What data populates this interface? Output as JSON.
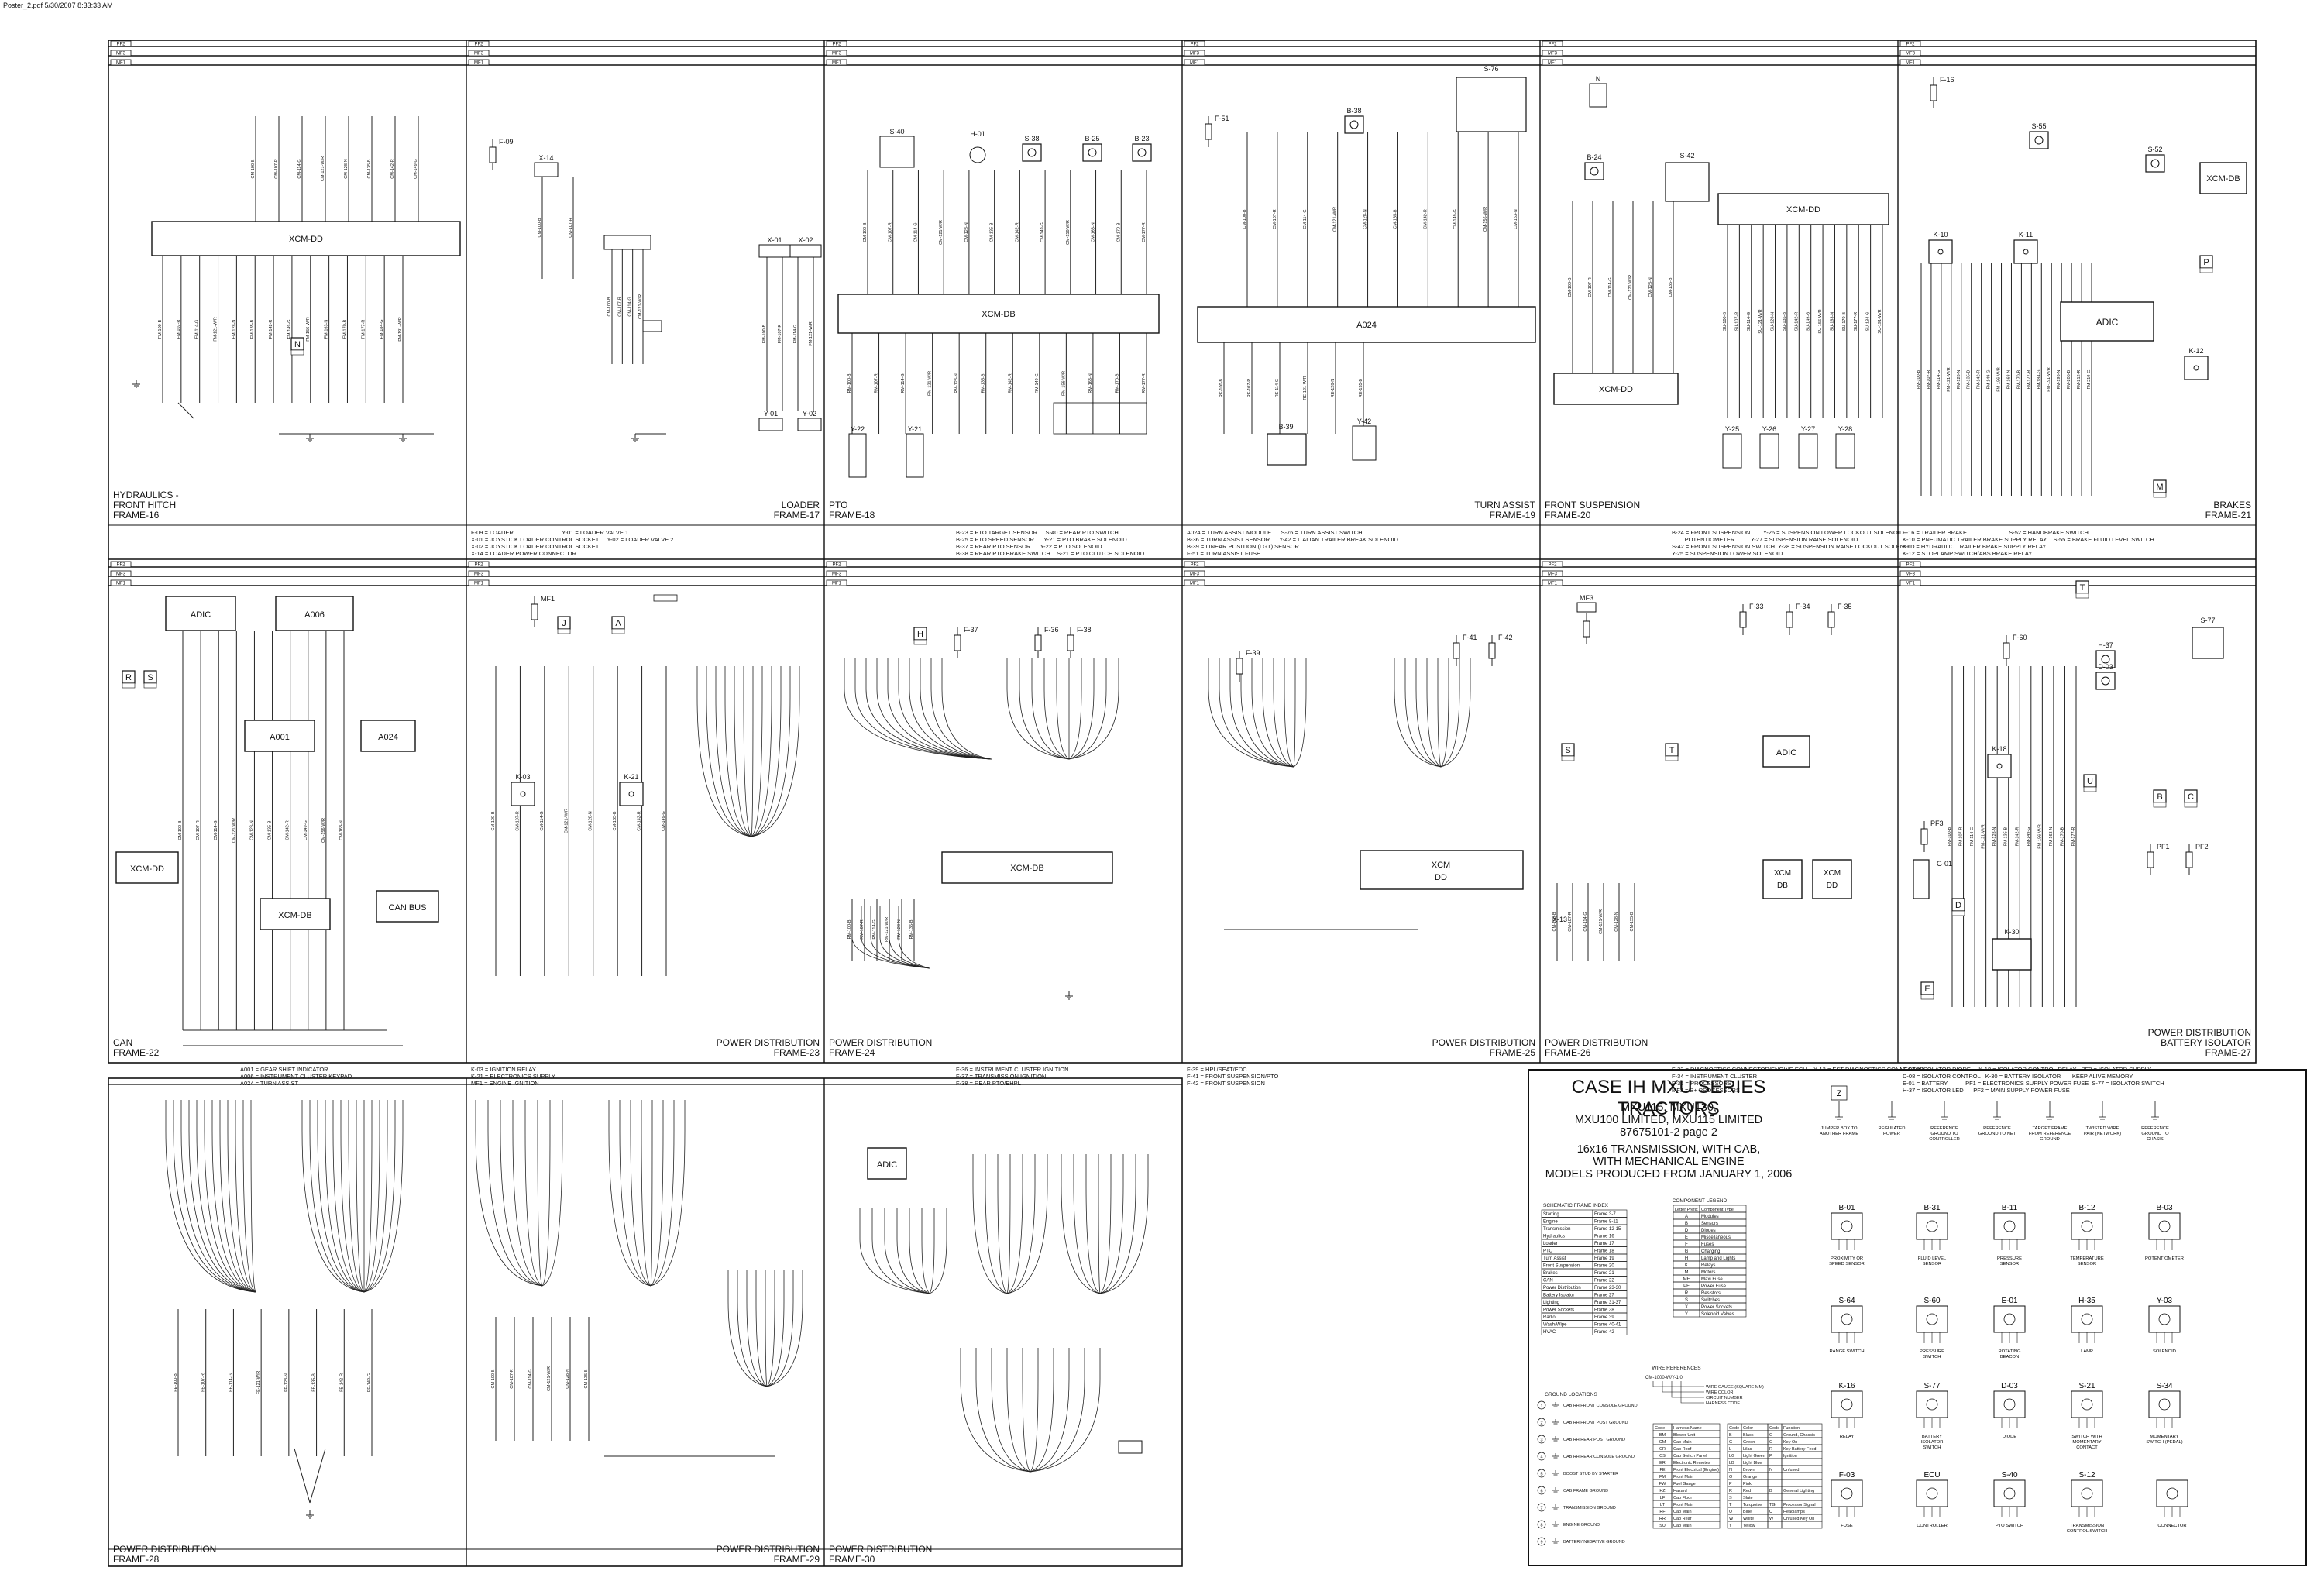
{
  "header": {
    "file": "Poster_2.pdf   5/30/2007   8:33:33 AM"
  },
  "frames": [
    {
      "id": "f16",
      "title": "HYDRAULICS -\nFRONT HITCH\nFRAME-16",
      "align": "left",
      "legend": []
    },
    {
      "id": "f17",
      "title": "LOADER\nFRAME-17",
      "align": "right",
      "legend": [
        "F-09 = LOADER                              Y-01 = LOADER VALVE 1",
        "X-01 = JOYSTICK LOADER CONTROL SOCKET     Y-02 = LOADER VALVE 2",
        "X-02 = JOYSTICK LOADER CONTROL SOCKET",
        "X-14 = LOADER POWER CONNECTOR"
      ]
    },
    {
      "id": "f18",
      "title": "PTO\nFRAME-18",
      "align": "left",
      "legend": [
        "B-23 = PTO TARGET SENSOR     S-40 = REAR PTO SWITCH",
        "B-25 = PTO SPEED SENSOR      Y-21 = PTO BRAKE SOLENOID",
        "B-37 = REAR PTO SENSOR      Y-22 = PTO SOLENOID",
        "B-38 = REAR PTO BRAKE SWITCH    S-21 = PTO CLUTCH SOLENOID"
      ]
    },
    {
      "id": "f19",
      "title": "TURN ASSIST\nFRAME-19",
      "align": "right",
      "legend": [
        "A024 = TURN ASSIST MODULE      S-76 = TURN ASSIST SWITCH",
        "B-36 = TURN ASSIST SENSOR      Y-42 = ITALIAN TRAILER BREAK SOLENOID",
        "B-39 = LINEAR POSITION (LGT) SENSOR",
        "F-51 = TURN ASSIST FUSE"
      ]
    },
    {
      "id": "f20",
      "title": "FRONT SUSPENSION\nFRAME-20",
      "align": "left",
      "legend": [
        "B-24 = FRONT SUSPENSION        Y-26 = SUSPENSION LOWER LOCKOUT SOLENOID",
        "        POTENTIOMETER          Y-27 = SUSPENSION RAISE SOLENOID",
        "S-42 = FRONT SUSPENSION SWITCH  Y-28 = SUSPENSION RAISE LOCKOUT SOLENOID",
        "Y-25 = SUSPENSION LOWER SOLENOID"
      ]
    },
    {
      "id": "f21",
      "title": "BRAKES\nFRAME-21",
      "align": "right",
      "legend": [
        "F-16 = TRAILER BRAKE                          S-52 = HANDBRAKE SWITCH",
        "K-10 = PNEUMATIC TRAILER BRAKE SUPPLY RELAY    S-55 = BRAKE FLUID LEVEL SWITCH",
        "K-11 = HYDRAULIC TRAILER BRAKE SUPPLY RELAY",
        "K-12 = STOPLAMP SWITCH/ABS BRAKE RELAY"
      ]
    },
    {
      "id": "f22",
      "title": "CAN\nFRAME-22",
      "align": "left",
      "legend": [
        "A001 = GEAR SHIFT INDICATOR",
        "A006 = INSTRUMENT CLUSTER KEYPAD",
        "A024 = TURN ASSIST"
      ]
    },
    {
      "id": "f23",
      "title": "POWER DISTRIBUTION\nFRAME-23",
      "align": "right",
      "legend": [
        "K-03 = IGNITION RELAY",
        "K-21 = ELECTRONICS SUPPLY",
        "MF1 = ENGINE IGNITION"
      ]
    },
    {
      "id": "f24",
      "title": "POWER DISTRIBUTION\nFRAME-24",
      "align": "left",
      "legend": [
        "F-36 = INSTRUMENT CLUSTER IGNITION",
        "F-37 = TRANSMISSION IGNITION",
        "F-38 = REAR PTO/EHPL"
      ]
    },
    {
      "id": "f25",
      "title": "POWER DISTRIBUTION\nFRAME-25",
      "align": "right",
      "legend": [
        "F-39 = HPL/SEAT/EDC",
        "F-41 = FRONT SUSPENSION/PTO",
        "F-42 = FRONT SUSPENSION"
      ]
    },
    {
      "id": "f26",
      "title": "POWER DISTRIBUTION\nFRAME-26",
      "align": "left",
      "legend": [
        "F-33 = DIAGNOSTICS CONNECTOR/ENGINE ECU    X-13 = EST DIAGNOSTICS CONNECTOR",
        "F-34 = INSTRUMENT CLUSTER",
        "F-35 = PROCESSORS",
        "MF3 = B+ PROCESSORS"
      ]
    },
    {
      "id": "f27",
      "title": "POWER DISTRIBUTION\nBATTERY ISOLATOR\nFRAME-27",
      "align": "right",
      "legend": [
        "D-03 = ISOLATOR DIODE     K-18 = ISOLATOR CONTROL RELAY   PF3 = ISOLATOR SUPPLY",
        "D-08 = ISOLATOR CONTROL   K-30 = BATTERY ISOLATOR       KEEP ALIVE MEMORY",
        "E-01 = BATTERY           PF1 = ELECTRONICS SUPPLY POWER FUSE  S-77 = ISOLATOR SWITCH",
        "H-37 = ISOLATOR LED      PF2 = MAIN SUPPLY POWER FUSE"
      ]
    },
    {
      "id": "f28",
      "title": "POWER DISTRIBUTION\nFRAME-28",
      "align": "left",
      "legend": []
    },
    {
      "id": "f29",
      "title": "POWER DISTRIBUTION\nFRAME-29",
      "align": "right",
      "legend": []
    },
    {
      "id": "f30",
      "title": "POWER DISTRIBUTION\nFRAME-30",
      "align": "left",
      "legend": []
    }
  ],
  "rails": {
    "r1": "PF2",
    "r2": "MF3",
    "r3": "MF1",
    "r4": "PF1"
  },
  "labels": {
    "xcm_dd": "XCM-DD",
    "xcm_db": "XCM-DB",
    "a024": "A024",
    "adic": "ADIC",
    "a006": "A006",
    "a001": "A001",
    "can_bus": "CAN BUS",
    "xcm": "XCM",
    "dd": "DD",
    "db": "DB",
    "f09": "F-09",
    "x14": "X-14",
    "x01": "X-01",
    "x02": "X-02",
    "y01": "Y-01",
    "y02": "Y-02",
    "s40": "S-40",
    "h01": "H-01",
    "s38": "S-38",
    "b25": "B-25",
    "b23": "B-23",
    "y22": "Y-22",
    "y21": "Y-21",
    "f51": "F-51",
    "b38": "B-38",
    "s76": "S-76",
    "b39": "B-39",
    "y42": "Y-42",
    "b24": "B-24",
    "s42": "S-42",
    "y25": "Y-25",
    "y26": "Y-26",
    "y27": "Y-27",
    "y28": "Y-28",
    "f16": "F-16",
    "s55": "S-55",
    "s52": "S-52",
    "k10": "K-10",
    "k11": "K-11",
    "k12": "K-12",
    "n": "N",
    "p": "P",
    "m": "M",
    "mf1": "MF1",
    "j": "J",
    "a": "A",
    "k03": "K-03",
    "k21": "K-21",
    "h": "H",
    "f37": "F-37",
    "f36": "F-36",
    "f38": "F-38",
    "f39": "F-39",
    "f41": "F-41",
    "f42": "F-42",
    "mf3": "MF3",
    "f33": "F-33",
    "f34": "F-34",
    "f35": "F-35",
    "s": "S",
    "t": "T",
    "r": "R",
    "x13": "X-13",
    "f60": "F-60",
    "h37": "H-37",
    "d03": "D-03",
    "s77": "S-77",
    "k18": "K-18",
    "u": "U",
    "pf3": "PF3",
    "e01": "E-01",
    "g01": "G-01",
    "d": "D",
    "k30": "K-30",
    "e": "E",
    "b": "B",
    "c": "C",
    "pf1": "PF1",
    "pf2": "PF2"
  },
  "title_block": {
    "main": "CASE IH MXU SERIES TRACTORS",
    "models1": "MXU115, MXU130,",
    "models2": "MXU100 LIMITED, MXU115 LIMITED",
    "part": "87675101-2 page 2",
    "config1": "16x16 TRANSMISSION, WITH CAB,",
    "config2": "WITH MECHANICAL ENGINE",
    "produced": "MODELS PRODUCED FROM JANUARY 1, 2006",
    "index_title": "SCHEMATIC FRAME INDEX",
    "index": [
      [
        "Starting",
        "Frame 3-7"
      ],
      [
        "Engine",
        "Frame 8-11"
      ],
      [
        "Transmission",
        "Frame 12-15"
      ],
      [
        "Hydraulics",
        "Frame 16"
      ],
      [
        "Loader",
        "Frame 17"
      ],
      [
        "PTO",
        "Frame 18"
      ],
      [
        "Turn Assist",
        "Frame 19"
      ],
      [
        "Front Suspension",
        "Frame 20"
      ],
      [
        "Brakes",
        "Frame 21"
      ],
      [
        "CAN",
        "Frame 22"
      ],
      [
        "Power Distribution",
        "Frame 23-30"
      ],
      [
        "Battery Isolator",
        "Frame 27"
      ],
      [
        "Lighting",
        "Frame 31-37"
      ],
      [
        "Power Sockets",
        "Frame 38"
      ],
      [
        "Radio",
        "Frame 39"
      ],
      [
        "Wash/Wipe",
        "Frame 40-41"
      ],
      [
        "HVAC",
        "Frame 42"
      ]
    ],
    "comp_title": "COMPONENT LEGEND",
    "comp_head": [
      "Letter Prefix",
      "Component Type"
    ],
    "comp": [
      [
        "A",
        "Modules"
      ],
      [
        "B",
        "Sensors"
      ],
      [
        "D",
        "Diodes"
      ],
      [
        "E",
        "Miscellaneous"
      ],
      [
        "F",
        "Fuses"
      ],
      [
        "G",
        "Charging"
      ],
      [
        "H",
        "Lamp and Lights"
      ],
      [
        "K",
        "Relays"
      ],
      [
        "M",
        "Motors"
      ],
      [
        "MF",
        "Maxi Fuse"
      ],
      [
        "PF",
        "Power Fuse"
      ],
      [
        "R",
        "Resistors"
      ],
      [
        "S",
        "Switches"
      ],
      [
        "X",
        "Power Sockets"
      ],
      [
        "Y",
        "Solenoid Valves"
      ]
    ],
    "wire_title": "WIRE REFERENCES",
    "wire_example": "CM-1000-W/Y-1.0",
    "wire_notes": [
      "WIRE GAUGE (SQUARE MM)",
      "WIRE COLOR",
      "CIRCUIT NUMBER",
      "HARNESS CODE"
    ],
    "ground_title": "GROUND LOCATIONS",
    "grounds": [
      "CAB RH FRONT CONSOLE GROUND",
      "CAB RH FRONT POST GROUND",
      "CAB RH REAR POST GROUND",
      "CAB RH REAR CONSOLE GROUND",
      "BOOST STUD BY STARTER",
      "CAB FRAME GROUND",
      "TRANSMISSION GROUND",
      "ENGINE GROUND",
      "BATTERY NEGATIVE GROUND"
    ],
    "harness_head": [
      "Code",
      "Harness Name"
    ],
    "harness": [
      [
        "BM",
        "Blower Unit"
      ],
      [
        "CM",
        "Cab Main"
      ],
      [
        "CR",
        "Cab Roof"
      ],
      [
        "CS",
        "Cab Switch Panel"
      ],
      [
        "ER",
        "Electronic Remotes"
      ],
      [
        "FE",
        "Front Electrical (Engine)"
      ],
      [
        "FM",
        "Front Main"
      ],
      [
        "FW",
        "Fuel Gauge"
      ],
      [
        "HZ",
        "Hazard"
      ],
      [
        "LF",
        "Cab Floor"
      ],
      [
        "LT",
        "Front Main"
      ],
      [
        "RF",
        "Cab Main"
      ],
      [
        "RR",
        "Cab Rear"
      ],
      [
        "SU",
        "Cab Main"
      ]
    ],
    "color_head": [
      "Code",
      "Color",
      "Code",
      "Function"
    ],
    "colors": [
      [
        "B",
        "Black",
        "G",
        "Ground, Chassis"
      ],
      [
        "G",
        "Green",
        "O",
        "Key On"
      ],
      [
        "L",
        "Lilac",
        "R",
        "Key Battery Feed"
      ],
      [
        "LG",
        "Light Green",
        "P",
        "Ignition"
      ],
      [
        "LB",
        "Light Blue",
        "",
        ""
      ],
      [
        "N",
        "Brown",
        "N",
        "Unfused"
      ],
      [
        "O",
        "Orange",
        "",
        ""
      ],
      [
        "P",
        "Pink",
        "",
        ""
      ],
      [
        "R",
        "Red",
        "B",
        "General Lighting"
      ],
      [
        "S",
        "Slate",
        "",
        ""
      ],
      [
        "T",
        "Turquoise",
        "TG",
        "Processor Signal"
      ],
      [
        "U",
        "Blue",
        "U",
        "Headlamps"
      ],
      [
        "W",
        "White",
        "W",
        "Unfused Key On"
      ],
      [
        "Y",
        "Yellow",
        "",
        ""
      ]
    ],
    "symbols": [
      {
        "id": "jumper",
        "cap": "JUMPER BOX TO ANOTHER FRAME",
        "tag": "Z"
      },
      {
        "id": "regpower",
        "cap": "REGULATED POWER"
      },
      {
        "id": "refctrl",
        "cap": "REFERENCE GROUND TO CONTROLLER"
      },
      {
        "id": "refnet",
        "cap": "REFERENCE GROUND TO NET"
      },
      {
        "id": "target",
        "cap": "TARGET FRAME FROM REFERENCE GROUND"
      },
      {
        "id": "twisted",
        "cap": "TWISTED WIRE PAIR (NETWORK)"
      },
      {
        "id": "refchassis",
        "cap": "REFERENCE GROUND TO CHASIS"
      },
      {
        "id": "prox",
        "cap": "PROXIMITY OR SPEED SENSOR",
        "tag": "B-01"
      },
      {
        "id": "fluid",
        "cap": "FLUID LEVEL SENSOR",
        "tag": "B-31"
      },
      {
        "id": "press",
        "cap": "PRESSURE SENSOR",
        "tag": "B-11"
      },
      {
        "id": "temp",
        "cap": "TEMPERATURE SENSOR",
        "tag": "B-12"
      },
      {
        "id": "pot",
        "cap": "POTENTIOMETER",
        "tag": "B-03"
      },
      {
        "id": "range",
        "cap": "RANGE SWITCH",
        "tag": "S-64"
      },
      {
        "id": "pswitch",
        "cap": "PRESSURE SWITCH",
        "tag": "S-60"
      },
      {
        "id": "beacon",
        "cap": "ROTATING BEACON",
        "tag": "E-01"
      },
      {
        "id": "lamp",
        "cap": "LAMP",
        "tag": "H-35"
      },
      {
        "id": "solenoid",
        "cap": "SOLENOID",
        "tag": "Y-03"
      },
      {
        "id": "relay",
        "cap": "RELAY",
        "tag": "K-16"
      },
      {
        "id": "isolator",
        "cap": "BATTERY ISOLATOR SWITCH",
        "tag": "S-77"
      },
      {
        "id": "diode",
        "cap": "DIODE",
        "tag": "D-03"
      },
      {
        "id": "momentary",
        "cap": "SWITCH WITH MOMENTARY CONTACT",
        "tag": "S-21"
      },
      {
        "id": "pedal",
        "cap": "MOMENTARY SWITCH (PEDAL)",
        "tag": "S-34"
      },
      {
        "id": "fuse",
        "cap": "FUSE",
        "tag": "F-03"
      },
      {
        "id": "controller",
        "cap": "CONTROLLER",
        "tag": "ECU"
      },
      {
        "id": "pto",
        "cap": "PTO SWITCH",
        "tag": "S-40"
      },
      {
        "id": "trans",
        "cap": "TRANSMISSION CONTROL SWITCH",
        "tag": "S-12"
      },
      {
        "id": "connector",
        "cap": "CONNECTOR"
      }
    ]
  }
}
